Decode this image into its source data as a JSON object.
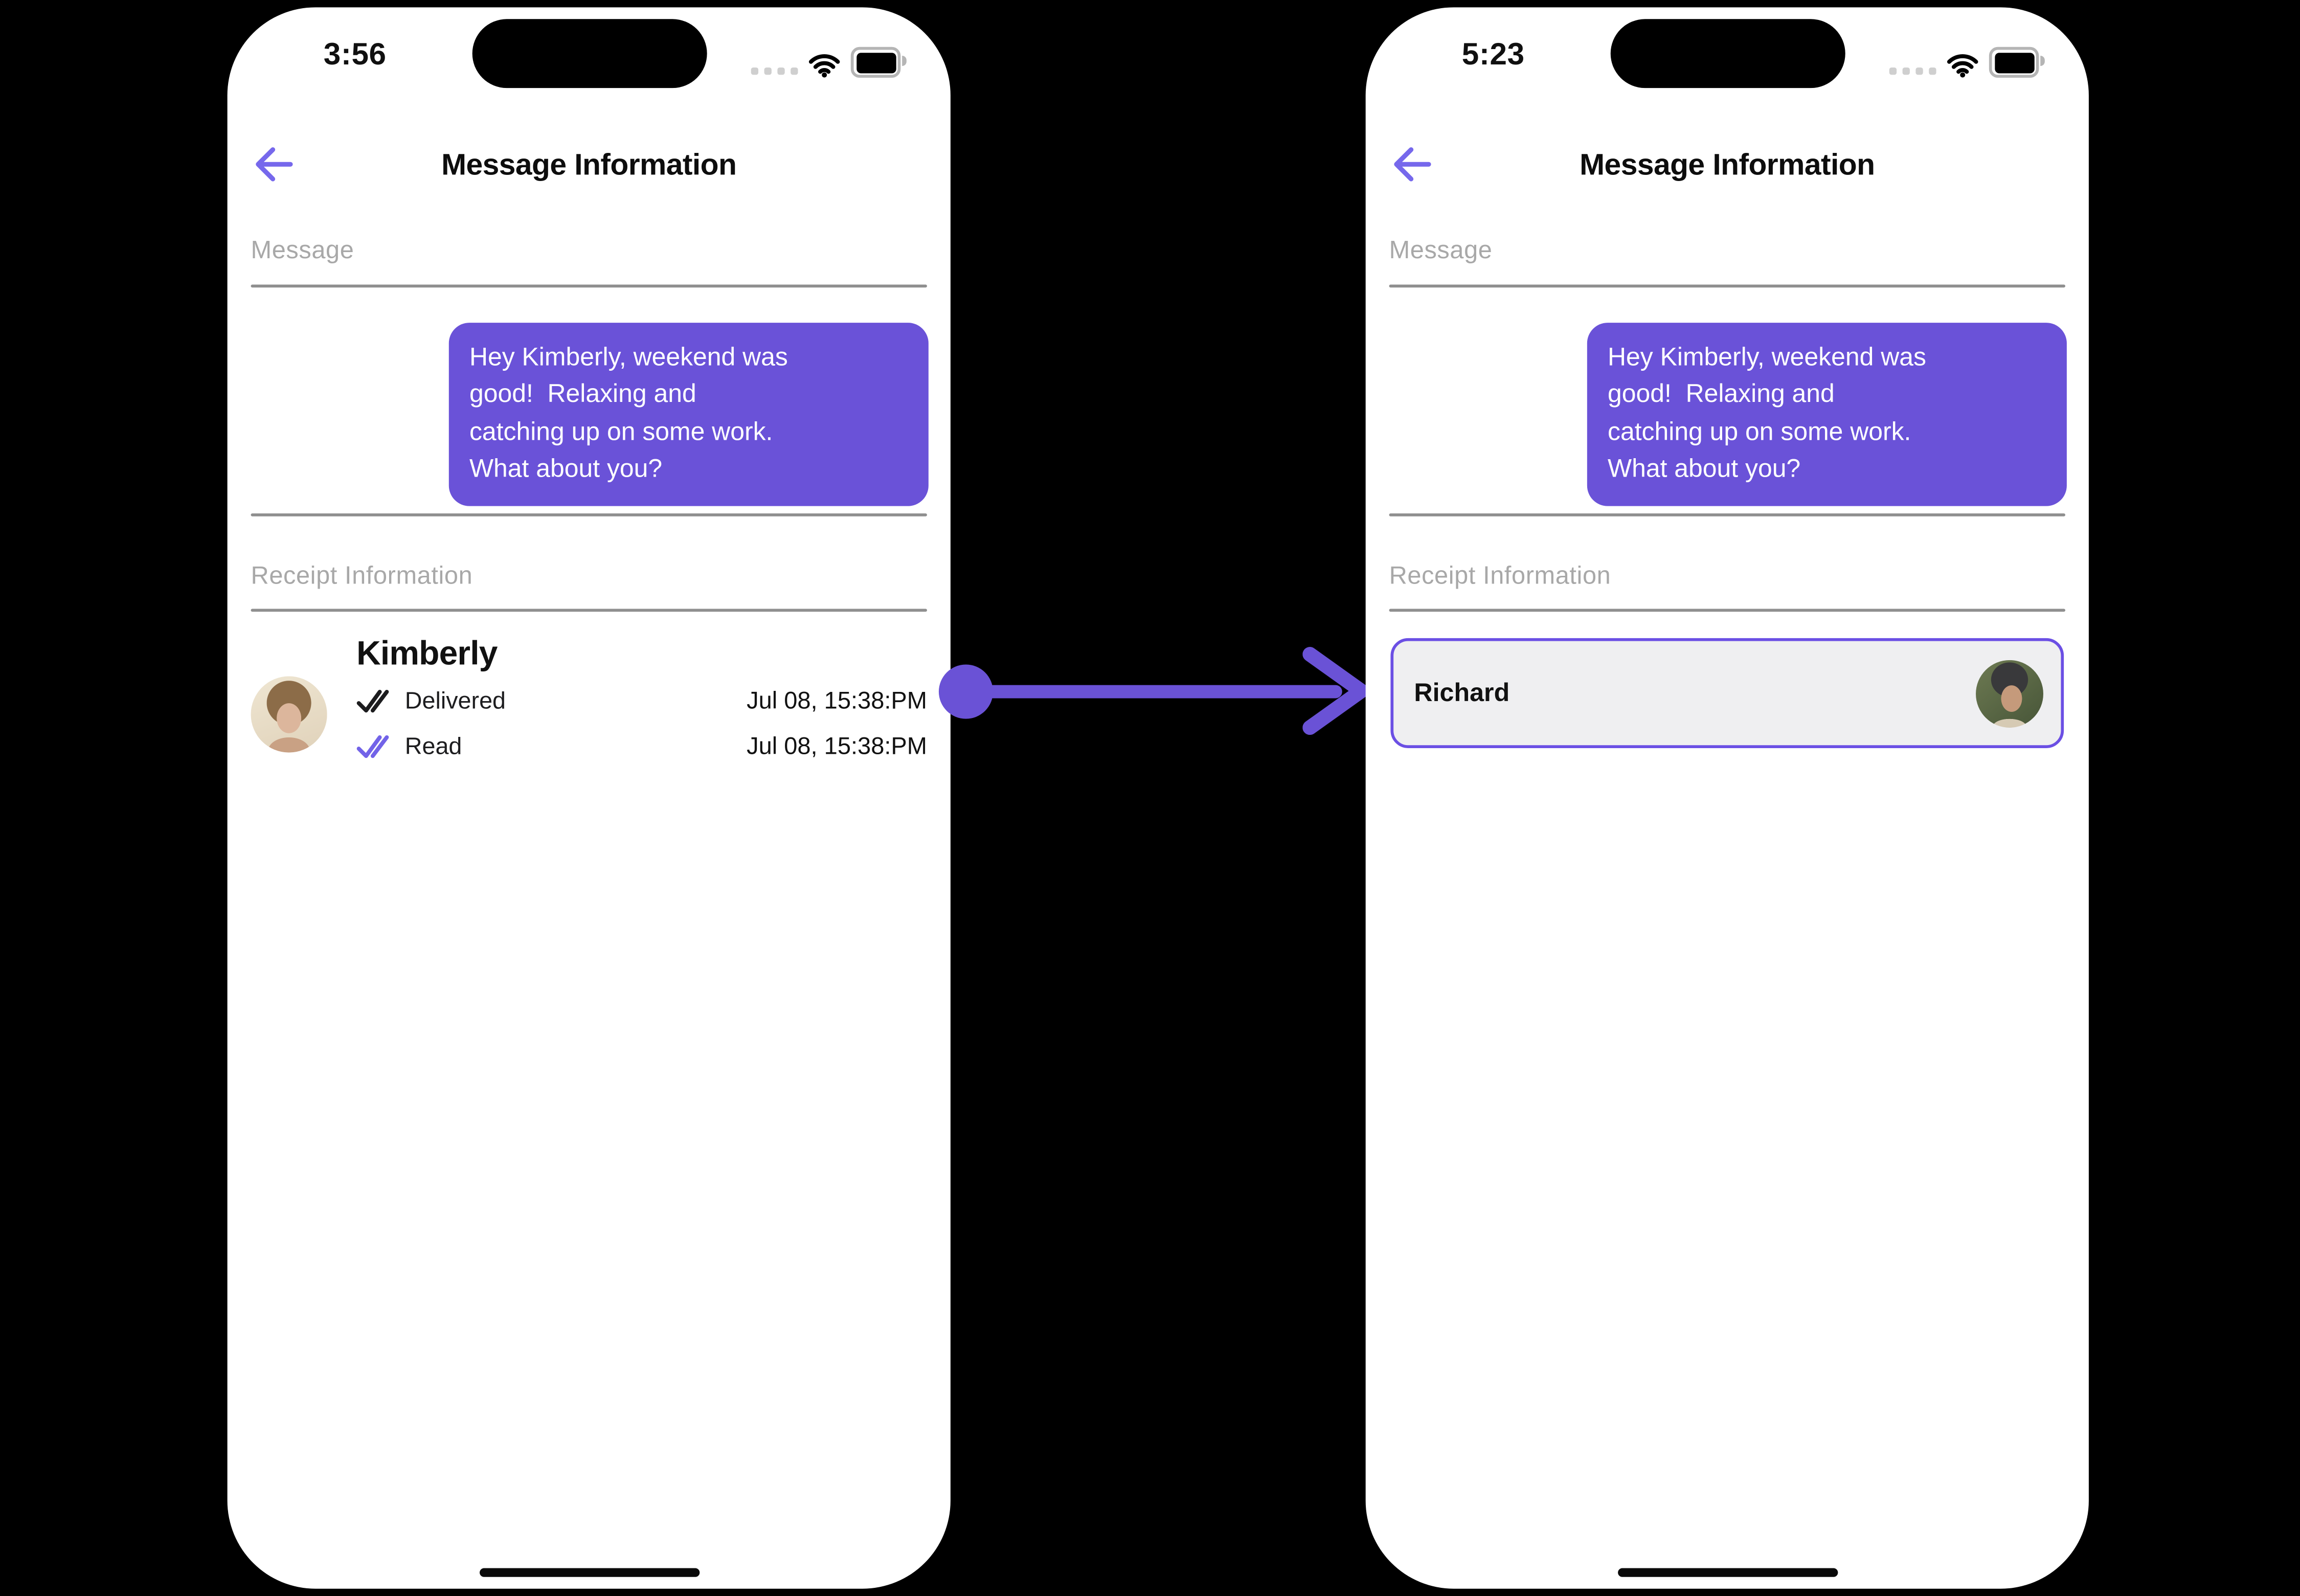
{
  "background_color": "#000000",
  "colors": {
    "bubble_purple": "#6a52d8",
    "connector_purple": "#6a52d6",
    "back_arrow_purple": "#7668ec",
    "read_check_purple": "#7263e8",
    "card_border_purple": "#6b4fe4",
    "card_background": "#efeff1",
    "section_label_gray": "#a8a8a8",
    "divider_gray": "#8f8f8f"
  },
  "icons": {
    "back": "back-arrow-icon",
    "cellular": "cellular-signal-dots-icon",
    "wifi": "wifi-icon",
    "battery": "battery-icon",
    "delivered": "double-check-icon",
    "read": "double-check-icon",
    "connector": "arrow-right-icon"
  },
  "connector": {
    "type": "arrow",
    "direction": "left-to-right"
  },
  "phones": {
    "left": {
      "status_bar": {
        "time": "3:56"
      },
      "header": {
        "title": "Message Information"
      },
      "message_section": {
        "label": "Message"
      },
      "bubble": {
        "text": "Hey Kimberly, weekend was good!  Relaxing and catching up on some work. What about you?",
        "lines": [
          "Hey Kimberly, weekend was",
          "good!  Relaxing and",
          "catching up on some work.",
          "What about you?"
        ]
      },
      "receipt_section": {
        "label": "Receipt Information",
        "contact": {
          "name": "Kimberly"
        },
        "statuses": [
          {
            "label": "Delivered",
            "time": "Jul 08, 15:38:PM"
          },
          {
            "label": "Read",
            "time": "Jul 08, 15:38:PM"
          }
        ]
      }
    },
    "right": {
      "status_bar": {
        "time": "5:23"
      },
      "header": {
        "title": "Message Information"
      },
      "message_section": {
        "label": "Message"
      },
      "bubble": {
        "text": "Hey Kimberly, weekend was good!  Relaxing and catching up on some work. What about you?",
        "lines": [
          "Hey Kimberly, weekend was",
          "good!  Relaxing and",
          "catching up on some work.",
          "What about you?"
        ]
      },
      "receipt_section": {
        "label": "Receipt Information",
        "contact": {
          "name": "Richard"
        }
      }
    }
  }
}
